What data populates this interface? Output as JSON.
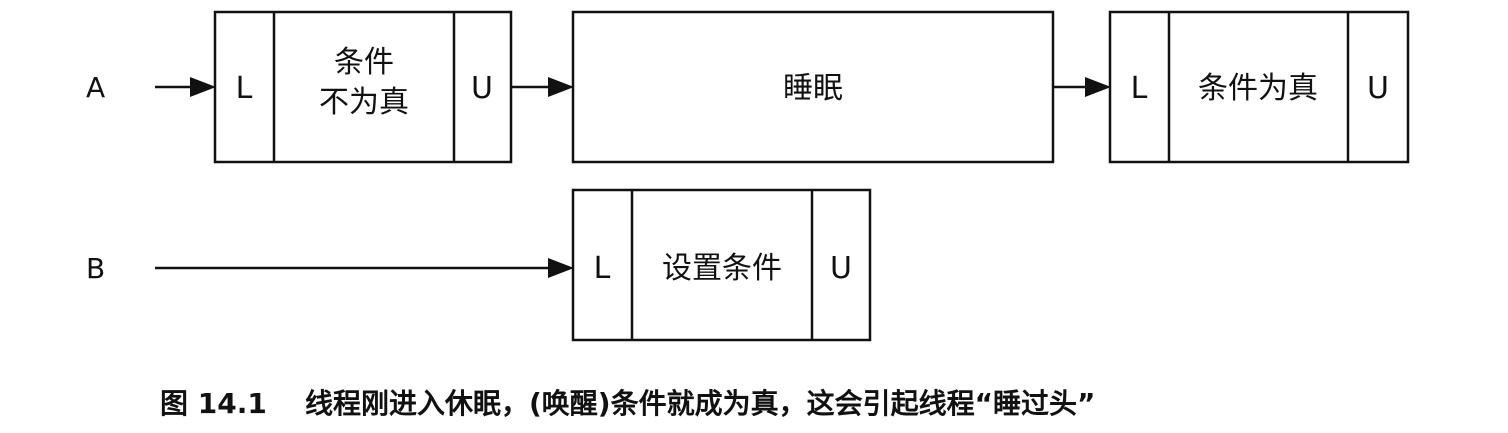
{
  "rows": {
    "a_label": "A",
    "b_label": "B"
  },
  "boxes": {
    "a1": {
      "left": "L",
      "text_line1": "条件",
      "text_line2": "不为真",
      "right": "U"
    },
    "a2": {
      "text": "睡眠"
    },
    "a3": {
      "left": "L",
      "text": "条件为真",
      "right": "U"
    },
    "b1": {
      "left": "L",
      "text": "设置条件",
      "right": "U"
    }
  },
  "caption": {
    "number": "图 14.1",
    "text": "线程刚进入休眠，(唤醒)条件就成为真，这会引起线程“睡过头”"
  }
}
